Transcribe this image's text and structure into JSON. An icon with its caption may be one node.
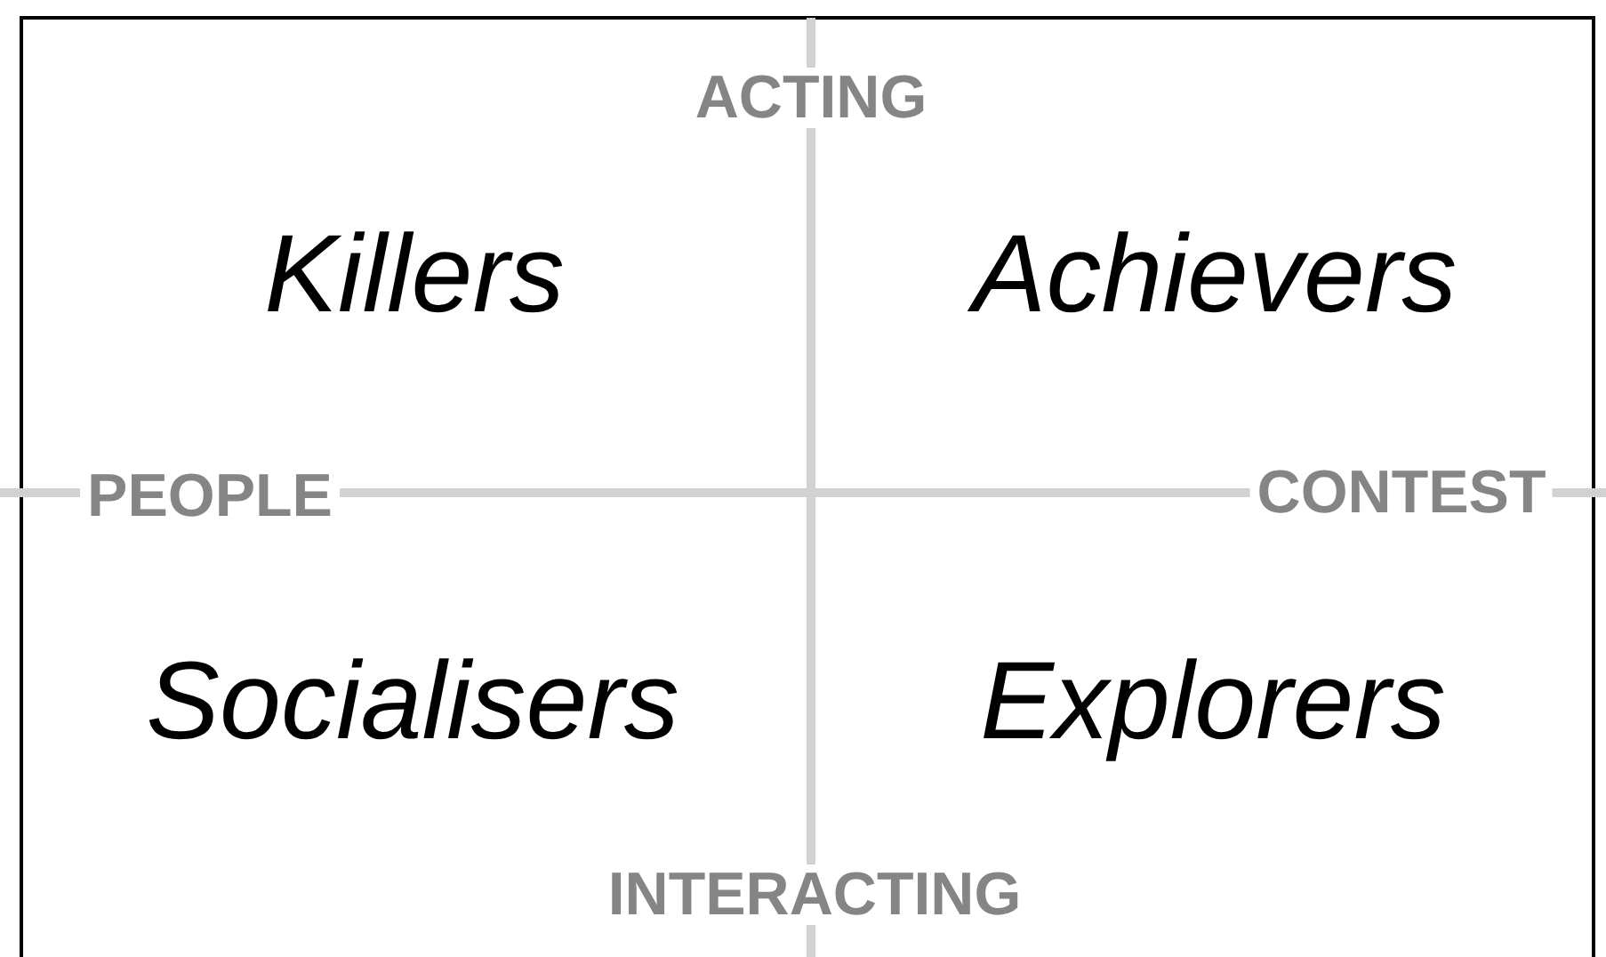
{
  "diagram": {
    "labels": [
      "ACTING",
      "Killers",
      "Achievers",
      "PEOPLE",
      "CONTEST",
      "Socialisers",
      "Explorers",
      "INTERACTING"
    ]
  }
}
